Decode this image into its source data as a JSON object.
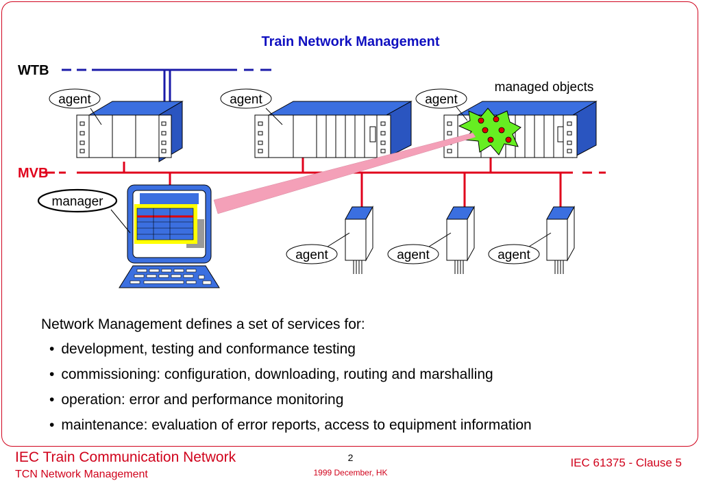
{
  "slide": {
    "title": "Train Network Management",
    "footer": {
      "left_title": "IEC Train Communication Network",
      "left_subtitle": "TCN Network Management",
      "page_number": "2",
      "date": "1999 December, HK",
      "right": "IEC 61375 - Clause 5"
    }
  },
  "diagram": {
    "bus_wtb": "WTB",
    "bus_mvb": "MVB",
    "agent_label": "agent",
    "manager_label": "manager",
    "managed_objects_label": "managed objects"
  },
  "text": {
    "intro": "Network Management defines a set of services for:",
    "bullets": [
      "development, testing and conformance testing",
      "commissioning: configuration, downloading, routing and marshalling",
      "operation: error and performance monitoring",
      "maintenance: evaluation of error reports, access to equipment information"
    ]
  },
  "colors": {
    "border": "#d0021b",
    "title": "#1010c0",
    "wtb_line": "#1a1aa8",
    "mvb_line": "#e0001b",
    "device_blue": "#3b6fe0",
    "managed_objects_fill": "#66ee22"
  }
}
